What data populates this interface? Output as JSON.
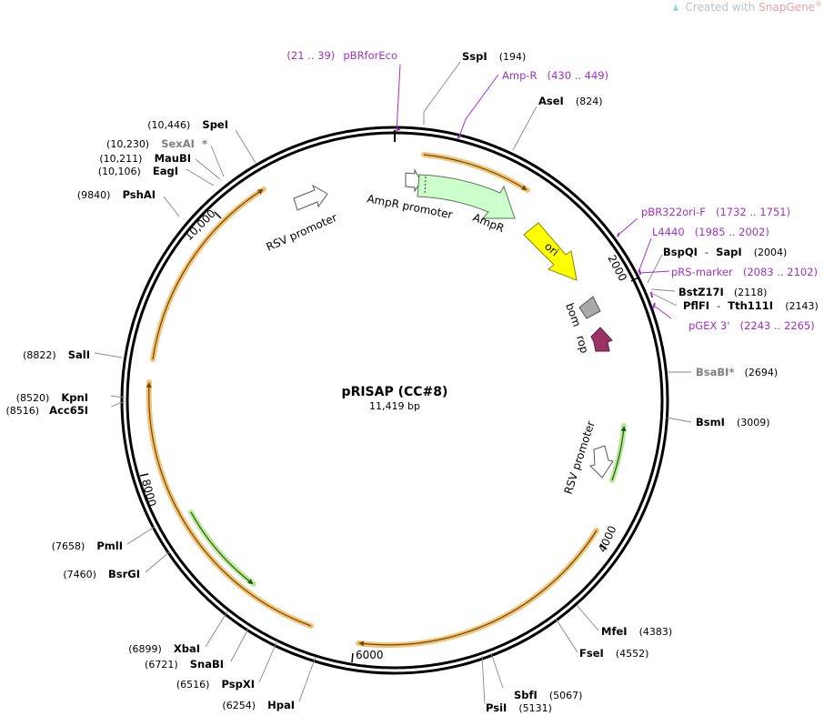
{
  "watermark": {
    "prefix": "Created with ",
    "brand": "SnapGene",
    "reg": "®"
  },
  "plasmid": {
    "name": "pRISAP (CC#8)",
    "length_label": "11,419 bp",
    "length": 11419
  },
  "ticks": [
    {
      "bp": 2000,
      "label": "2000"
    },
    {
      "bp": 4000,
      "label": "4000"
    },
    {
      "bp": 6000,
      "label": "6000"
    },
    {
      "bp": 8000,
      "label": "8000"
    },
    {
      "bp": 10000,
      "label": "10,000"
    }
  ],
  "enzymes": [
    {
      "name": "SspI",
      "pos": "(194)",
      "side": "right",
      "dim": false
    },
    {
      "name": "AseI",
      "pos": "(824)",
      "side": "right",
      "dim": false
    },
    {
      "name": "BspQI",
      "name2": "SapI",
      "pos": "(2004)",
      "side": "right",
      "dim": false
    },
    {
      "name": "BstZ17I",
      "pos": "(2118)",
      "side": "right",
      "dim": false
    },
    {
      "name": "PflFI",
      "name2": "Tth111I",
      "pos": "(2143)",
      "side": "right",
      "dim": false
    },
    {
      "name": "BsaBI",
      "star": "*",
      "pos": "(2694)",
      "side": "right",
      "dim": true
    },
    {
      "name": "BsmI",
      "pos": "(3009)",
      "side": "right",
      "dim": false
    },
    {
      "name": "MfeI",
      "pos": "(4383)",
      "side": "right",
      "dim": false
    },
    {
      "name": "FseI",
      "pos": "(4552)",
      "side": "right",
      "dim": false
    },
    {
      "name": "SbfI",
      "pos": "(5067)",
      "side": "right",
      "dim": false
    },
    {
      "name": "PsiI",
      "pos": "(5131)",
      "side": "right",
      "dim": false
    },
    {
      "name": "HpaI",
      "pos": "(6254)",
      "side": "left",
      "dim": false
    },
    {
      "name": "PspXI",
      "pos": "(6516)",
      "side": "left",
      "dim": false
    },
    {
      "name": "SnaBI",
      "pos": "(6721)",
      "side": "left",
      "dim": false
    },
    {
      "name": "XbaI",
      "pos": "(6899)",
      "side": "left",
      "dim": false
    },
    {
      "name": "BsrGI",
      "pos": "(7460)",
      "side": "left",
      "dim": false
    },
    {
      "name": "PmlI",
      "pos": "(7658)",
      "side": "left",
      "dim": false
    },
    {
      "name": "Acc65I",
      "pos": "(8516)",
      "side": "left",
      "dim": false
    },
    {
      "name": "KpnI",
      "pos": "(8520)",
      "side": "left",
      "dim": false
    },
    {
      "name": "SalI",
      "pos": "(8822)",
      "side": "left",
      "dim": false
    },
    {
      "name": "PshAI",
      "pos": "(9840)",
      "side": "left",
      "dim": false
    },
    {
      "name": "EagI",
      "pos": "(10,106)",
      "side": "left",
      "dim": false
    },
    {
      "name": "MauBI",
      "pos": "(10,211)",
      "side": "left",
      "dim": false
    },
    {
      "name": "SexAI",
      "star": "*",
      "pos": "(10,230)",
      "side": "left",
      "dim": true
    },
    {
      "name": "SpeI",
      "pos": "(10,446)",
      "side": "left",
      "dim": false
    }
  ],
  "primers": [
    {
      "name": "pBRforEco",
      "range": "(21 .. 39)"
    },
    {
      "name": "Amp-R",
      "range": "(430 .. 449)"
    },
    {
      "name": "pBR322ori-F",
      "range": "(1732 .. 1751)"
    },
    {
      "name": "L4440",
      "range": "(1985 .. 2002)"
    },
    {
      "name": "pRS-marker",
      "range": "(2083 .. 2102)"
    },
    {
      "name": "pGEX 3'",
      "range": "(2243 .. 2265)"
    }
  ],
  "features": [
    {
      "name": "AmpR promoter",
      "color": "#ffffff"
    },
    {
      "name": "AmpR",
      "color": "#ccffcc"
    },
    {
      "name": "ori",
      "color": "#ffff00"
    },
    {
      "name": "bom",
      "color": "#a9a9a9"
    },
    {
      "name": "rop",
      "color": "#993366"
    },
    {
      "name": "RSV promoter",
      "color": "#ffffff"
    },
    {
      "name": "RSV promoter",
      "color": "#ffffff"
    }
  ],
  "colors": {
    "orf_orange": "#f0b860",
    "orf_green": "#3da83d",
    "primer": "#a030c8"
  }
}
